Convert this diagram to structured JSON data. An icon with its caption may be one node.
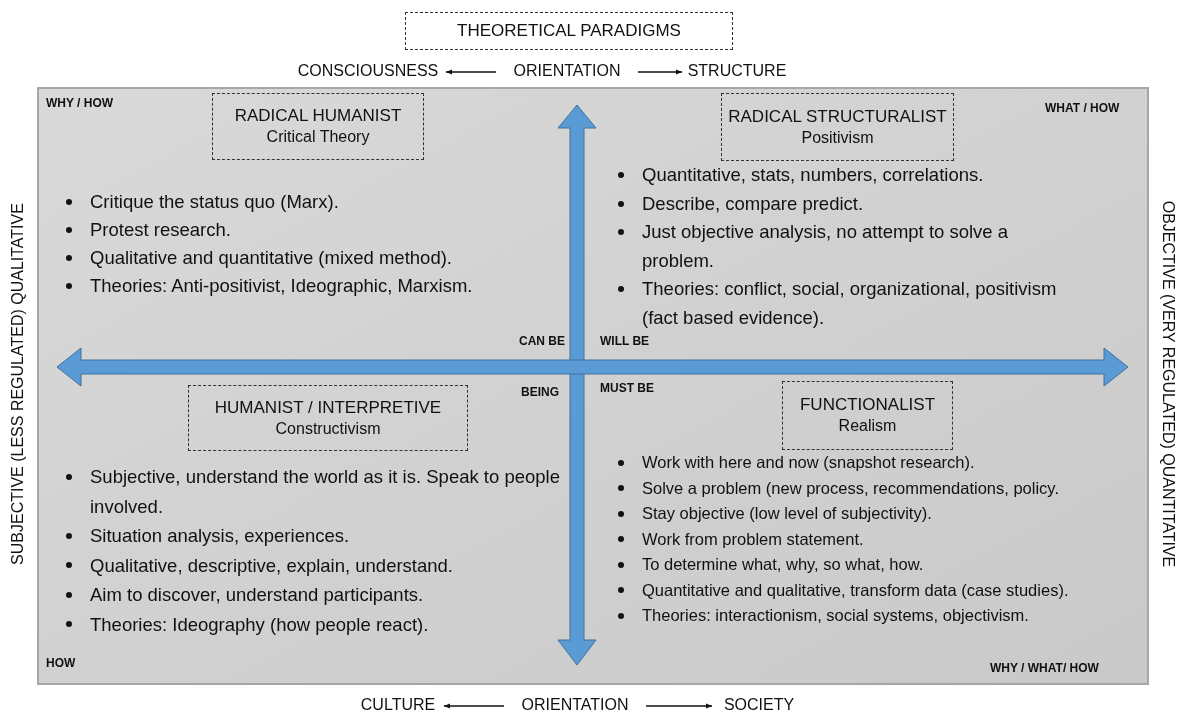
{
  "diagram": {
    "nodes": [
      {
        "text": [
          "THEORETICAL PARADIGMS"
        ]
      },
      {
        "text": [
          "CONSCIOUSNESS"
        ]
      },
      {
        "text": [
          "ORIENTATION"
        ]
      },
      {
        "text": [
          "STRUCTURE"
        ]
      },
      {
        "text": [
          "RADICAL HUMANIST",
          "Critical Theory"
        ],
        "beside": [
          "Critique the status quo (Marx).",
          "Protest research.",
          "Qualitative and quantitative (mixed method).",
          "Theories: Anti-positivist, Ideographic, Marxism."
        ]
      },
      {
        "text": [
          "RADICAL STRUCTURALIST",
          "Positivism"
        ],
        "beside": [
          "Quantitative, stats, numbers, correlations.",
          "Describe, compare predict.",
          "Just objective analysis, no attempt to solve a problem.",
          "Theories: conflict, social, organizational, positivism (fact based evidence)."
        ]
      },
      {
        "text": [
          "HUMANIST / INTERPRETIVE",
          "Constructivism"
        ],
        "beside": [
          "Subjective, understand the world as it is. Speak to people involved.",
          "Situation analysis, experiences.",
          "Qualitative, descriptive, explain, understand.",
          "Aim to discover, understand participants.",
          "Theories: Ideography (how people react)."
        ]
      },
      {
        "text": [
          "FUNCTIONALIST",
          "Realism"
        ],
        "beside": [
          "Work with here and now (snapshot research).",
          "Solve a problem (new process, recommendations, policy.",
          "Stay objective (low level of subjectivity).",
          "Work from problem statement.",
          "To determine what, why, so what, how.",
          "Quantitative and qualitative, transform data (case studies).",
          "Theories: interactionism, social systems, objectivism."
        ]
      },
      {
        "text": [
          "CULTURE"
        ]
      },
      {
        "text": [
          "ORIENTATION"
        ]
      },
      {
        "text": [
          "SOCIETY"
        ]
      }
    ],
    "edges": [
      {
        "from": 2,
        "to": 1,
        "arrow": "to"
      },
      {
        "from": 2,
        "to": 3,
        "arrow": "to"
      },
      {
        "from": 9,
        "to": 8,
        "arrow": "to"
      },
      {
        "from": 9,
        "to": 10,
        "arrow": "to"
      }
    ],
    "labels": [
      "WHY / HOW",
      "WHAT / HOW",
      "SUBJECTIVE (LESS REGULATED) QUALITATIVE",
      "OBJECTIVE (VERY REGULATED) QUANTITATIVE",
      "CAN BE",
      "WILL BE",
      "BEING",
      "MUST BE",
      "HOW",
      "WHY / WHAT/ HOW"
    ]
  }
}
